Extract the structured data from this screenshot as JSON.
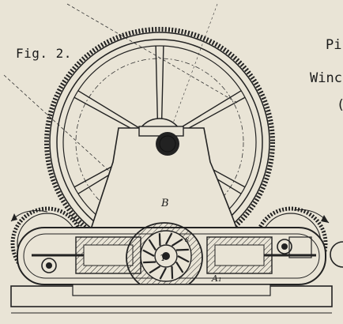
{
  "figure": {
    "caption": "Fig. 2.",
    "right_fragments": [
      "Pi",
      "Winc",
      "("
    ],
    "labels": {
      "b": "B",
      "a1": "A₁",
      "t": "T",
      "s": "s"
    },
    "colors": {
      "paper": "#e9e4d6",
      "ink": "#1b1b1b"
    }
  }
}
